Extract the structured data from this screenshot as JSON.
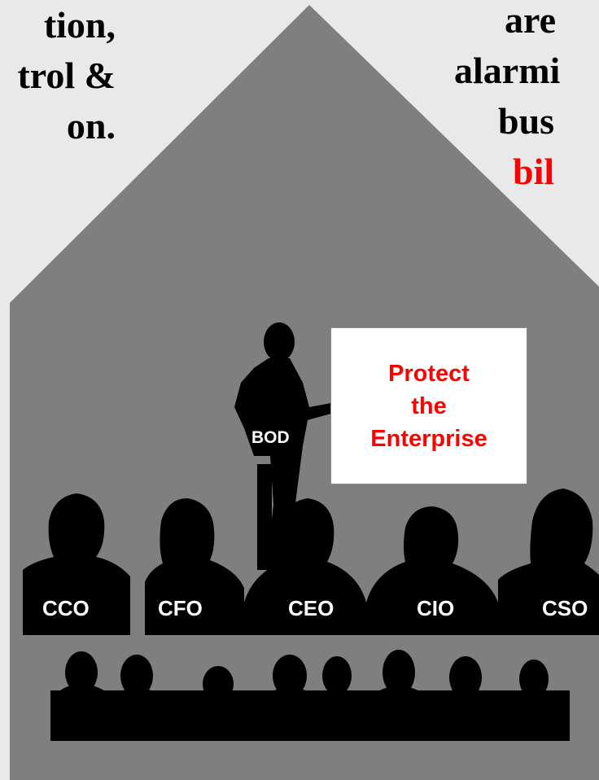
{
  "left_text": {
    "lines": [
      "tion,",
      "trol &",
      "on."
    ]
  },
  "right_text": {
    "lines": [
      "are",
      "alarmi",
      "bus",
      "bil"
    ],
    "highlight_color": "#ff0000"
  },
  "presenter": {
    "label": "BOD"
  },
  "board": {
    "lines": [
      "Protect",
      "the",
      "Enterprise"
    ]
  },
  "executives": [
    {
      "label": "CCO"
    },
    {
      "label": "CFO"
    },
    {
      "label": "CEO"
    },
    {
      "label": "CIO"
    },
    {
      "label": "CSO"
    }
  ],
  "colors": {
    "background": "#e9e9e9",
    "house": "#7f7f7f",
    "silhouette": "#000000",
    "board_text": "#ff0000"
  }
}
